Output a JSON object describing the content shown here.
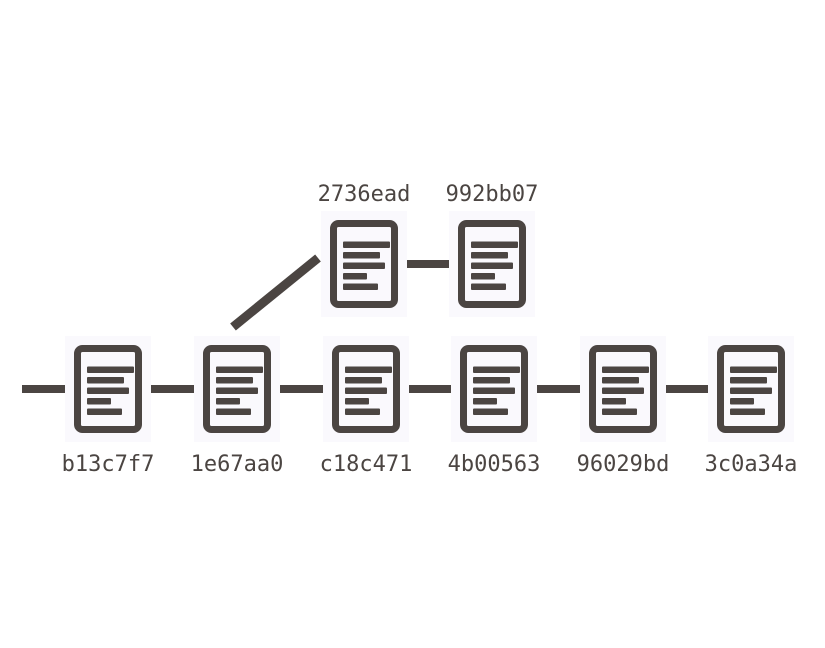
{
  "diagram": {
    "colors": {
      "stroke": "#4b4542",
      "node_bg": "#faf9fd",
      "page_bg": "#ffffff"
    },
    "branch_row": {
      "commits": [
        {
          "id": "2736ead"
        },
        {
          "id": "992bb07"
        }
      ]
    },
    "main_row": {
      "commits": [
        {
          "id": "b13c7f7"
        },
        {
          "id": "1e67aa0"
        },
        {
          "id": "c18c471"
        },
        {
          "id": "4b00563"
        },
        {
          "id": "96029bd"
        },
        {
          "id": "3c0a34a"
        }
      ]
    }
  }
}
